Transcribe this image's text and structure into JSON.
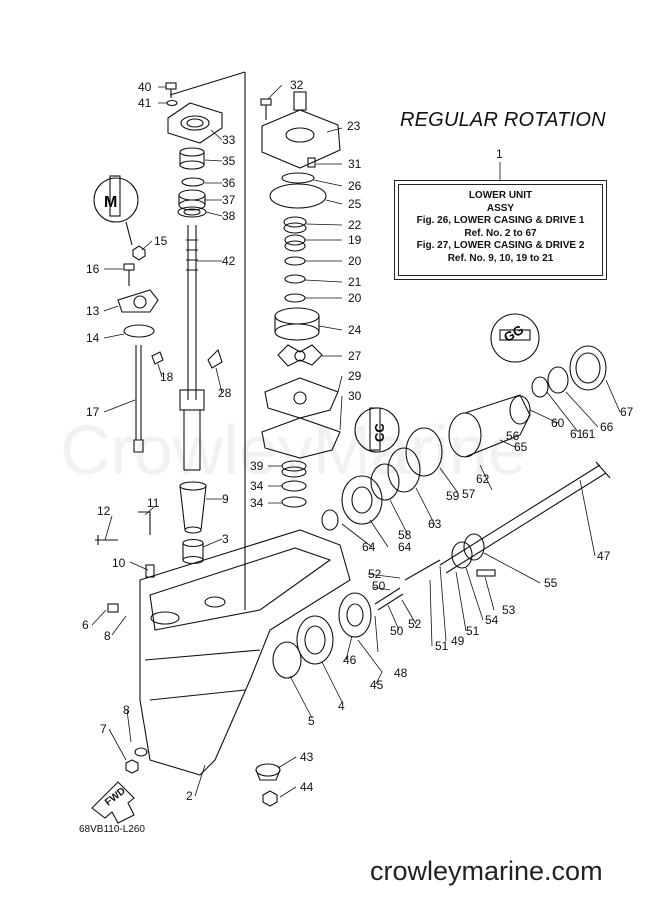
{
  "title": "REGULAR ROTATION",
  "info_box": {
    "ref_number": "1",
    "lines": [
      "LOWER UNIT",
      "ASSY",
      "Fig. 26, LOWER CASING & DRIVE 1",
      "Ref. No. 2 to 67",
      "Fig. 27, LOWER CASING & DRIVE 2",
      "Ref. No. 9, 10, 19 to 21"
    ]
  },
  "figure_code": "68VB110-L260",
  "watermark": "CrowleyMarine",
  "website": "crowleymarine.com",
  "fwd_label": "FWD",
  "inset_labels": {
    "m": "M",
    "cc": "CC",
    "gg": "GG"
  },
  "callouts": [
    "40",
    "41",
    "33",
    "35",
    "36",
    "37",
    "38",
    "42",
    "15",
    "16",
    "13",
    "14",
    "18",
    "28",
    "17",
    "11",
    "9",
    "3",
    "12",
    "10",
    "6",
    "8",
    "7",
    "8",
    "2",
    "32",
    "23",
    "31",
    "26",
    "25",
    "22",
    "19",
    "20",
    "21",
    "20",
    "24",
    "27",
    "29",
    "30",
    "39",
    "34",
    "34",
    "67",
    "66",
    "61",
    "60",
    "61",
    "65",
    "56",
    "62",
    "57",
    "59",
    "63",
    "58",
    "64",
    "64",
    "47",
    "55",
    "53",
    "54",
    "51",
    "49",
    "51",
    "52",
    "50",
    "50",
    "52",
    "48",
    "46",
    "45",
    "4",
    "5",
    "43",
    "44"
  ]
}
